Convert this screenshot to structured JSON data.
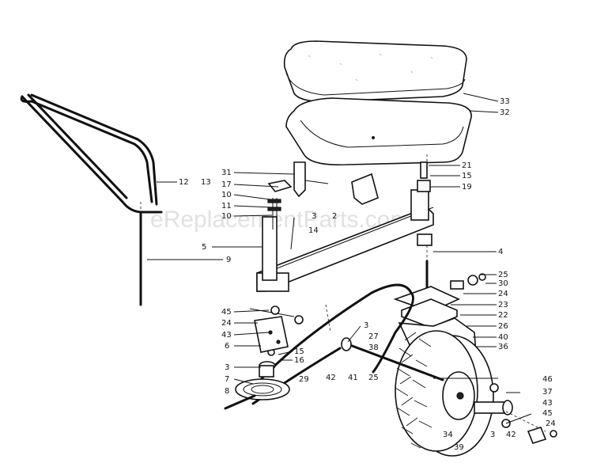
{
  "watermark": "eReplacementParts.com",
  "callouts": {
    "c33": "33",
    "c32": "32",
    "c21": "21",
    "c15a": "15",
    "c19": "19",
    "c31": "31",
    "c17a": "17",
    "c10a": "10",
    "c11": "11",
    "c10b": "10",
    "c12": "12",
    "c13": "13",
    "c3a": "3",
    "c2": "2",
    "c14": "14",
    "c5": "5",
    "c9": "9",
    "c4": "4",
    "c25a": "25",
    "c30": "30",
    "c24a": "24",
    "c23": "23",
    "c22": "22",
    "c26": "26",
    "c40": "40",
    "c36": "36",
    "c45a": "45",
    "c24b": "24",
    "c43a": "43",
    "c6": "6",
    "c15b": "15",
    "c16": "16",
    "c3b": "3",
    "c7": "7",
    "c8": "8",
    "c29": "29",
    "c42a": "42",
    "c41": "41",
    "c3c": "3",
    "c27": "27",
    "c38": "38",
    "c25b": "25",
    "c46": "46",
    "c37": "37",
    "c43b": "43",
    "c45b": "45",
    "c24c": "24",
    "c42b": "42",
    "c3d": "3",
    "c34": "34",
    "c39": "39"
  }
}
